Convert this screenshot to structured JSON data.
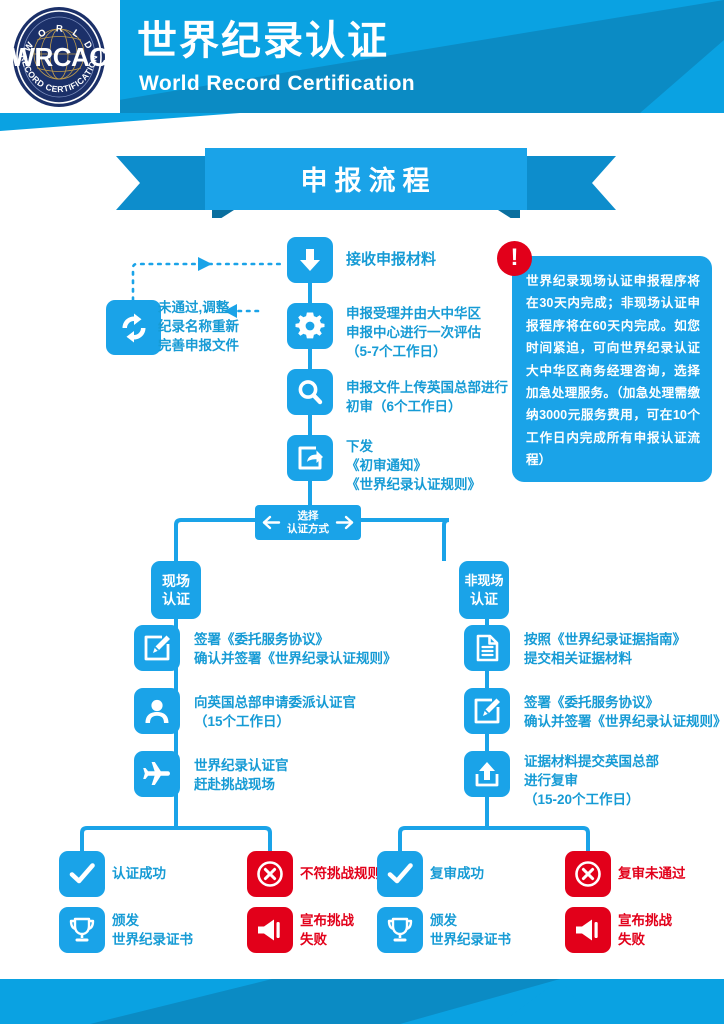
{
  "colors": {
    "brand_blue": "#0aa2e2",
    "node_blue": "#1aa3e8",
    "text_blue": "#169bd5",
    "red": "#e2001a",
    "white": "#ffffff",
    "header_dark": "#0b8bc4",
    "logo_navy": "#1b3069"
  },
  "header": {
    "logo": {
      "acronym": "WRCAC",
      "arc_top": "W O R L D",
      "arc_bottom": "RECORD CERTIFICATION"
    },
    "title_cn": "世界纪录认证",
    "title_en": "World Record Certification"
  },
  "ribbon": {
    "title": "申报流程"
  },
  "notice": {
    "icon": "exclamation-icon",
    "bang": "!",
    "text": "世界纪录现场认证申报程序将在30天内完成；非现场认证申报程序将在60天内完成。如您时间紧迫，可向世界纪录认证大中华区商务经理咨询，选择加急处理服务。（加急处理需缴纳3000元服务费用，可在10个工作日内完成所有申报认证流程）"
  },
  "main_steps": [
    {
      "icon": "download-arrow-icon",
      "lines": [
        "接收申报材料"
      ]
    },
    {
      "icon": "gear-icon",
      "lines": [
        "申报受理并由大中华区",
        "申报中心进行一次评估",
        "（5-7个工作日）"
      ]
    },
    {
      "icon": "magnifier-icon",
      "lines": [
        "申报文件上传英国总部进行",
        "初审（6个工作日）"
      ]
    },
    {
      "icon": "share-export-icon",
      "lines": [
        "下发",
        "《初审通知》",
        "《世界纪录认证规则》"
      ]
    }
  ],
  "reject_loop": {
    "icon": "refresh-cycle-icon",
    "lines": [
      "未通过,调整",
      "纪录名称重新",
      "完善申报文件"
    ]
  },
  "choose": {
    "line1": "选择",
    "line2": "认证方式",
    "left_arrow_icon": "arrow-left-icon",
    "right_arrow_icon": "arrow-right-icon"
  },
  "branches": [
    {
      "tag_line1": "现场",
      "tag_line2": "认证",
      "steps": [
        {
          "icon": "sign-document-icon",
          "lines": [
            "签署《委托服务协议》",
            "确认并签署《世界纪录认证规则》"
          ]
        },
        {
          "icon": "person-icon",
          "lines": [
            "向英国总部申请委派认证官",
            "（15个工作日）"
          ]
        },
        {
          "icon": "airplane-icon",
          "lines": [
            "世界纪录认证官",
            "赶赴挑战现场"
          ]
        }
      ],
      "outcomes": [
        {
          "icon": "check-icon",
          "color": "blue",
          "lines": [
            "认证成功"
          ],
          "followup": {
            "icon": "trophy-icon",
            "color": "blue",
            "lines": [
              "颁发",
              "世界纪录证书"
            ]
          }
        },
        {
          "icon": "circle-x-icon",
          "color": "red",
          "lines": [
            "不符挑战规则"
          ],
          "followup": {
            "icon": "megaphone-icon",
            "color": "red",
            "lines": [
              "宣布挑战",
              "失败"
            ]
          }
        }
      ]
    },
    {
      "tag_line1": "非现场",
      "tag_line2": "认证",
      "steps": [
        {
          "icon": "file-document-icon",
          "lines": [
            "按照《世界纪录证据指南》",
            "提交相关证据材料"
          ]
        },
        {
          "icon": "sign-document-icon",
          "lines": [
            "签署《委托服务协议》",
            "确认并签署《世界纪录认证规则》"
          ]
        },
        {
          "icon": "upload-icon",
          "lines": [
            "证据材料提交英国总部",
            "进行复审",
            "（15-20个工作日）"
          ]
        }
      ],
      "outcomes": [
        {
          "icon": "check-icon",
          "color": "blue",
          "lines": [
            "复审成功"
          ],
          "followup": {
            "icon": "trophy-icon",
            "color": "blue",
            "lines": [
              "颁发",
              "世界纪录证书"
            ]
          }
        },
        {
          "icon": "circle-x-icon",
          "color": "red",
          "lines": [
            "复审未通过"
          ],
          "followup": {
            "icon": "megaphone-icon",
            "color": "red",
            "lines": [
              "宣布挑战",
              "失败"
            ]
          }
        }
      ]
    }
  ]
}
